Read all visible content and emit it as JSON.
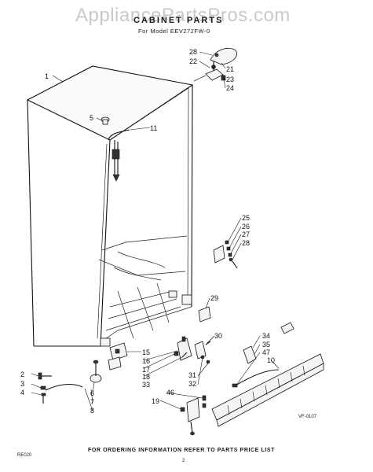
{
  "watermark": "AppliancePartsPros.com",
  "title": "CABINET PARTS",
  "subtitle": "For Model EEV272FW-0",
  "footer": "FOR ORDERING INFORMATION REFER TO PARTS PRICE LIST",
  "doc_number": "RE020",
  "page_number": "2",
  "part_code": "VF-0107",
  "callouts": [
    "1",
    "2",
    "3",
    "4",
    "5",
    "6",
    "7",
    "8",
    "10",
    "11",
    "15",
    "16",
    "17",
    "18",
    "19",
    "21",
    "22",
    "23",
    "24",
    "25",
    "26",
    "27",
    "28",
    "28",
    "29",
    "30",
    "31",
    "32",
    "33",
    "34",
    "35",
    "46",
    "47",
    "7"
  ]
}
